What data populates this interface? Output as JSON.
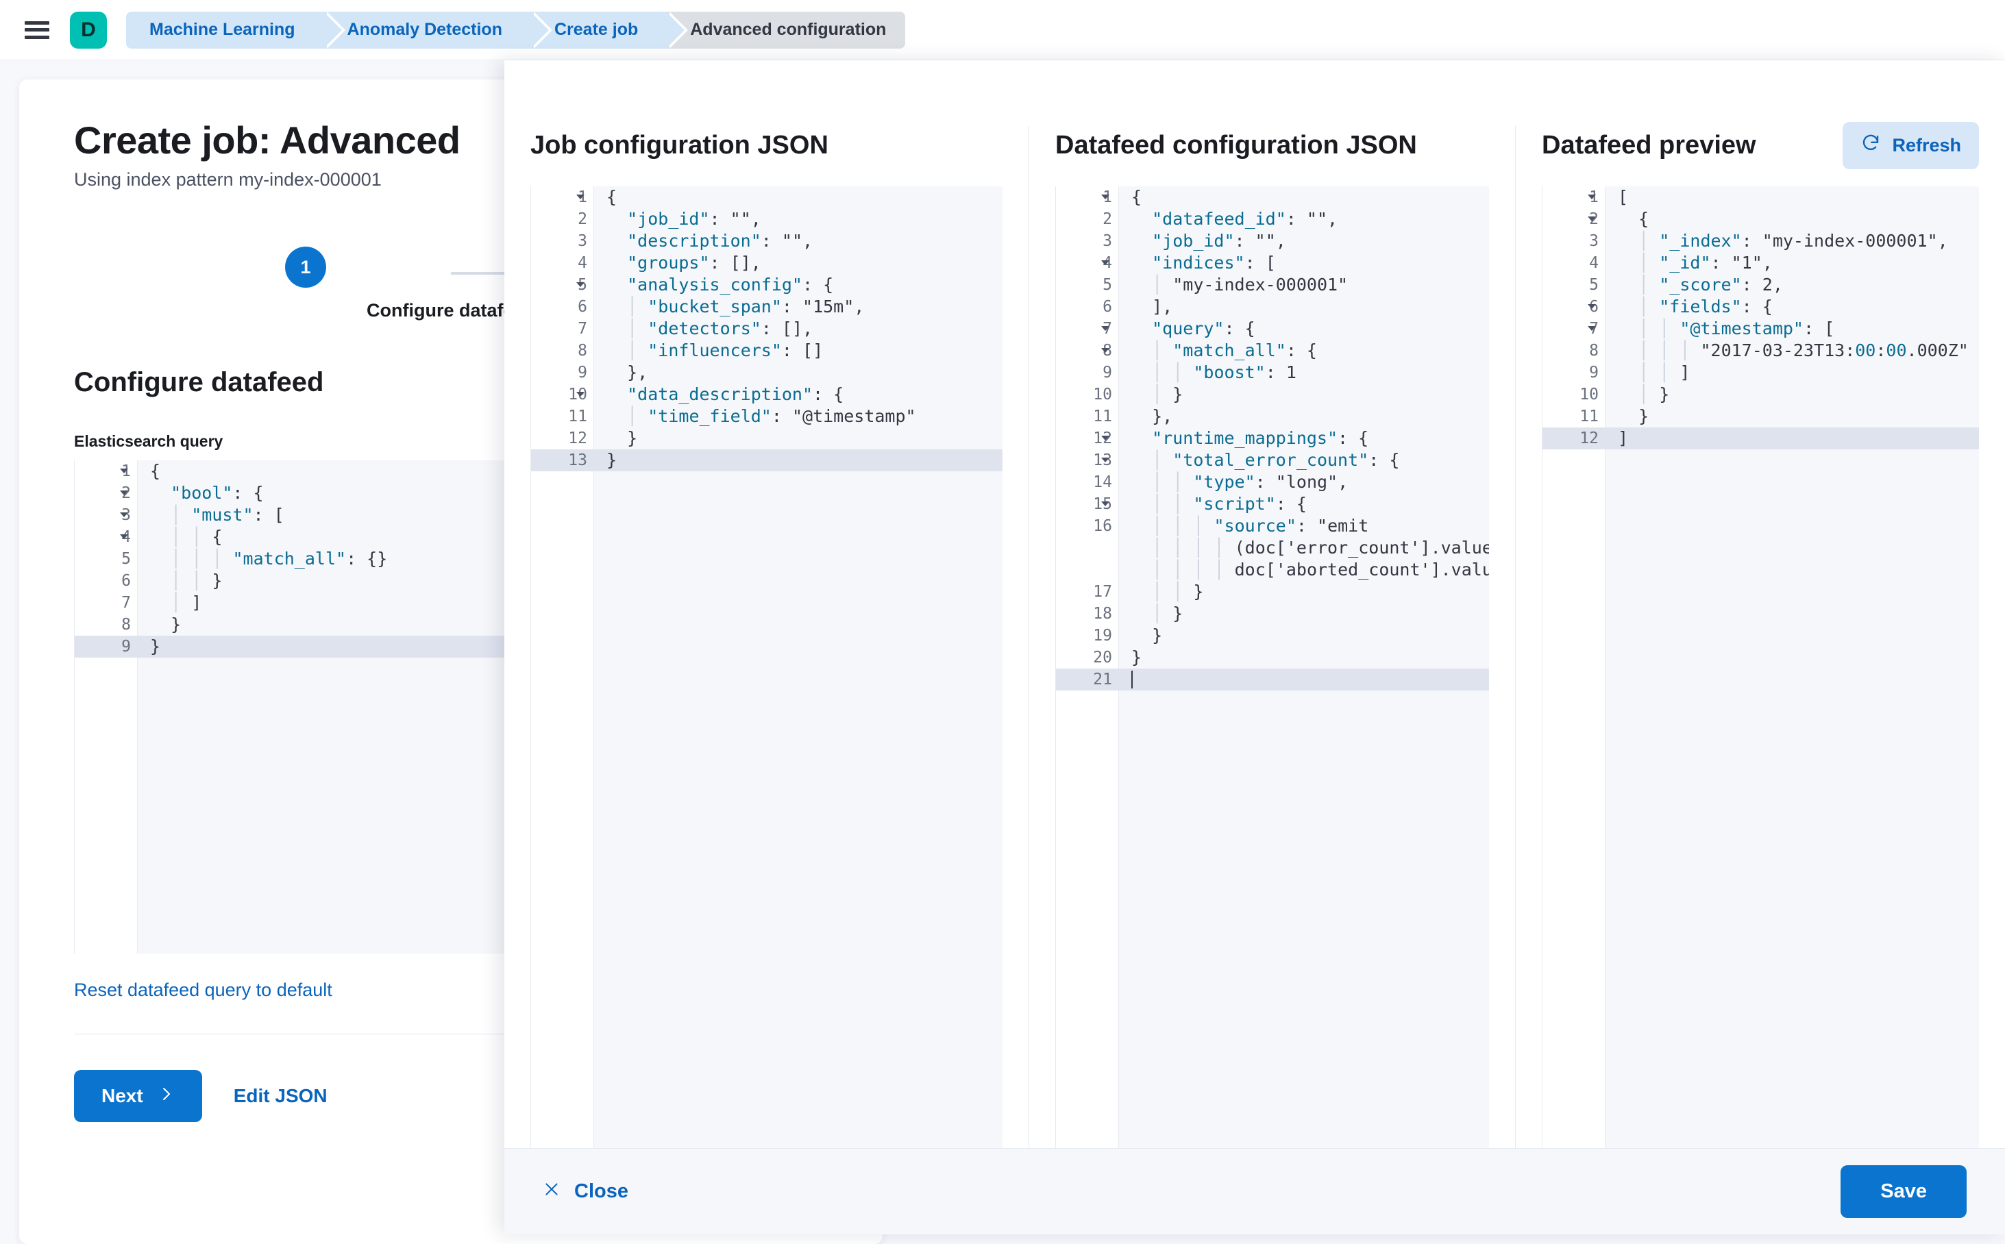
{
  "header": {
    "menu_icon": "hamburger-menu-icon",
    "logo_letter": "D",
    "breadcrumbs": [
      {
        "label": "Machine Learning",
        "current": false
      },
      {
        "label": "Anomaly Detection",
        "current": false
      },
      {
        "label": "Create job",
        "current": false
      },
      {
        "label": "Advanced configuration",
        "current": true
      }
    ]
  },
  "page": {
    "title": "Create job: Advanced",
    "subtitle": "Using index pattern my-index-000001",
    "step": {
      "number": "1",
      "label": "Configure datafeed"
    },
    "section_title": "Configure datafeed",
    "query_label": "Elasticsearch query",
    "reset_link": "Reset datafeed query to default",
    "next_label": "Next",
    "next_icon": "chevron-right-icon",
    "edit_json_label": "Edit JSON",
    "query_editor": {
      "active_line": 9,
      "lines": [
        {
          "n": 1,
          "fold": true,
          "code": "{"
        },
        {
          "n": 2,
          "fold": true,
          "code": "  \"bool\": {"
        },
        {
          "n": 3,
          "fold": true,
          "code": "    \"must\": ["
        },
        {
          "n": 4,
          "fold": true,
          "code": "      {"
        },
        {
          "n": 5,
          "fold": false,
          "code": "        \"match_all\": {}"
        },
        {
          "n": 6,
          "fold": false,
          "code": "      }"
        },
        {
          "n": 7,
          "fold": false,
          "code": "    ]"
        },
        {
          "n": 8,
          "fold": false,
          "code": "  }"
        },
        {
          "n": 9,
          "fold": false,
          "code": "}"
        }
      ]
    }
  },
  "flyout": {
    "columns": [
      {
        "title": "Job configuration JSON",
        "name": "job-configuration-json",
        "active_line": 13,
        "lines": [
          {
            "n": 1,
            "fold": true,
            "code": "{"
          },
          {
            "n": 2,
            "fold": false,
            "code": "  \"job_id\": \"\","
          },
          {
            "n": 3,
            "fold": false,
            "code": "  \"description\": \"\","
          },
          {
            "n": 4,
            "fold": false,
            "code": "  \"groups\": [],"
          },
          {
            "n": 5,
            "fold": true,
            "code": "  \"analysis_config\": {"
          },
          {
            "n": 6,
            "fold": false,
            "code": "    \"bucket_span\": \"15m\","
          },
          {
            "n": 7,
            "fold": false,
            "code": "    \"detectors\": [],"
          },
          {
            "n": 8,
            "fold": false,
            "code": "    \"influencers\": []"
          },
          {
            "n": 9,
            "fold": false,
            "code": "  },"
          },
          {
            "n": 10,
            "fold": true,
            "code": "  \"data_description\": {"
          },
          {
            "n": 11,
            "fold": false,
            "code": "    \"time_field\": \"@timestamp\""
          },
          {
            "n": 12,
            "fold": false,
            "code": "  }"
          },
          {
            "n": 13,
            "fold": false,
            "code": "}"
          }
        ]
      },
      {
        "title": "Datafeed configuration JSON",
        "name": "datafeed-configuration-json",
        "active_line": 21,
        "lines": [
          {
            "n": 1,
            "fold": true,
            "code": "{"
          },
          {
            "n": 2,
            "fold": false,
            "code": "  \"datafeed_id\": \"\","
          },
          {
            "n": 3,
            "fold": false,
            "code": "  \"job_id\": \"\","
          },
          {
            "n": 4,
            "fold": true,
            "code": "  \"indices\": ["
          },
          {
            "n": 5,
            "fold": false,
            "code": "    \"my-index-000001\""
          },
          {
            "n": 6,
            "fold": false,
            "code": "  ],"
          },
          {
            "n": 7,
            "fold": true,
            "code": "  \"query\": {"
          },
          {
            "n": 8,
            "fold": true,
            "code": "    \"match_all\": {"
          },
          {
            "n": 9,
            "fold": false,
            "code": "      \"boost\": 1"
          },
          {
            "n": 10,
            "fold": false,
            "code": "    }"
          },
          {
            "n": 11,
            "fold": false,
            "code": "  },"
          },
          {
            "n": 12,
            "fold": true,
            "code": "  \"runtime_mappings\": {"
          },
          {
            "n": 13,
            "fold": true,
            "code": "    \"total_error_count\": {"
          },
          {
            "n": 14,
            "fold": false,
            "code": "      \"type\": \"long\","
          },
          {
            "n": 15,
            "fold": true,
            "code": "      \"script\": {"
          },
          {
            "n": 16,
            "fold": false,
            "wrap": 3,
            "code": "        \"source\": \"emit\n          (doc['error_count'].value +\n          doc['aborted_count'].value)\""
          },
          {
            "n": 17,
            "fold": false,
            "code": "      }"
          },
          {
            "n": 18,
            "fold": false,
            "code": "    }"
          },
          {
            "n": 19,
            "fold": false,
            "code": "  }"
          },
          {
            "n": 20,
            "fold": false,
            "code": "}"
          },
          {
            "n": 21,
            "fold": false,
            "code": ""
          }
        ]
      },
      {
        "title": "Datafeed preview",
        "name": "datafeed-preview",
        "refresh_label": "Refresh",
        "refresh_icon": "refresh-icon",
        "active_line": 12,
        "lines": [
          {
            "n": 1,
            "fold": true,
            "code": "["
          },
          {
            "n": 2,
            "fold": true,
            "code": "  {"
          },
          {
            "n": 3,
            "fold": false,
            "code": "    \"_index\": \"my-index-000001\","
          },
          {
            "n": 4,
            "fold": false,
            "code": "    \"_id\": \"1\","
          },
          {
            "n": 5,
            "fold": false,
            "code": "    \"_score\": 2,"
          },
          {
            "n": 6,
            "fold": true,
            "code": "    \"fields\": {"
          },
          {
            "n": 7,
            "fold": true,
            "code": "      \"@timestamp\": ["
          },
          {
            "n": 8,
            "fold": false,
            "code": "        \"2017-03-23T13:00:00.000Z\""
          },
          {
            "n": 9,
            "fold": false,
            "code": "      ]"
          },
          {
            "n": 10,
            "fold": false,
            "code": "    }"
          },
          {
            "n": 11,
            "fold": false,
            "code": "  }"
          },
          {
            "n": 12,
            "fold": false,
            "code": "]"
          }
        ]
      }
    ],
    "footer": {
      "close_label": "Close",
      "close_icon": "close-x-icon",
      "save_label": "Save"
    }
  },
  "colors": {
    "accent_blue": "#0b74cf",
    "link_blue": "#0b64bb",
    "logo_teal": "#00bfb3",
    "crumb_blue": "#d3e6f7",
    "crumb_current": "#dcdfe3",
    "json_key": "#0a6c92",
    "json_string": "#00803a",
    "editor_bg": "#f5f7fa",
    "active_line": "#dfe3ee"
  }
}
